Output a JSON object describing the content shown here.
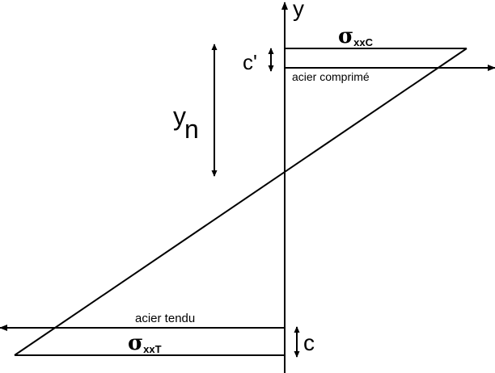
{
  "labels": {
    "y_axis": "y",
    "sigma_symbol": "σ",
    "sigma_c_sub": "xxC",
    "sigma_t_sub": "xxT",
    "c_prime": "c'",
    "c": "c",
    "yn_main": "y",
    "yn_sub": "n",
    "acier_comprime": "acier comprimé",
    "acier_tendu": "acier tendu"
  },
  "colors": {
    "stroke": "#000000",
    "background": "#ffffff"
  }
}
